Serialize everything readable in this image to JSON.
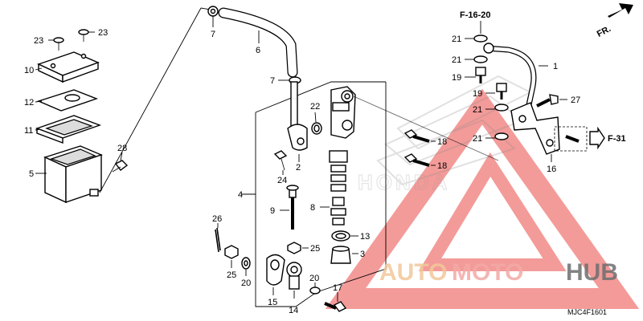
{
  "callouts": {
    "c1": "1",
    "c2": "2",
    "c3": "3",
    "c4": "4",
    "c5": "5",
    "c6": "6",
    "c7a": "7",
    "c7b": "7",
    "c8": "8",
    "c9": "9",
    "c10": "10",
    "c11": "11",
    "c12": "12",
    "c13": "13",
    "c14": "14",
    "c15": "15",
    "c16": "16",
    "c17": "17",
    "c18a": "18",
    "c18b": "18",
    "c19a": "19",
    "c19b": "19",
    "c20a": "20",
    "c20b": "20",
    "c21a": "21",
    "c21b": "21",
    "c21c": "21",
    "c21d": "21",
    "c22": "22",
    "c23a": "23",
    "c23b": "23",
    "c24": "24",
    "c25a": "25",
    "c25b": "25",
    "c26": "26",
    "c27": "27",
    "c28": "28"
  },
  "references": {
    "f16": "F-16-20",
    "f31": "F-31",
    "front": "FR."
  },
  "diagram_code": "MJC4F1601",
  "watermark": {
    "text_a": "AUTO",
    "text_b": "MOTO",
    "text_c": "HUB",
    "color_a": "#f2c79a",
    "color_b": "#f3aaa6",
    "color_c": "#6e6e6e",
    "triangle_color": "#f07a78"
  },
  "emblem_text": "HONDA"
}
